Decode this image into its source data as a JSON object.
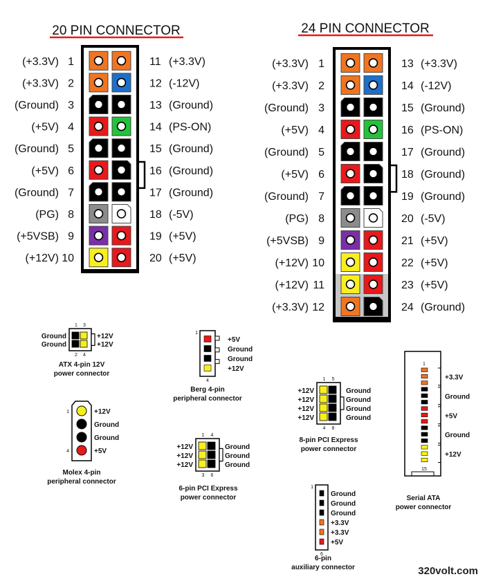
{
  "colors": {
    "orange": "#f07522",
    "blue": "#1e6fc8",
    "black": "#000000",
    "red": "#e8191b",
    "green": "#22c33a",
    "gray": "#8c8c8c",
    "white": "#ffffff",
    "purple": "#7a2fa8",
    "yellow": "#f8ef1e",
    "shell": "#000000",
    "shell_gray": "#c7c7c7"
  },
  "connector20": {
    "title": "20 PIN CONNECTOR",
    "left": [
      {
        "label": "(+3.3V)",
        "num": "1",
        "color": "orange"
      },
      {
        "label": "(+3.3V)",
        "num": "2",
        "color": "orange"
      },
      {
        "label": "(Ground)",
        "num": "3",
        "color": "black"
      },
      {
        "label": "(+5V)",
        "num": "4",
        "color": "red"
      },
      {
        "label": "(Ground)",
        "num": "5",
        "color": "black"
      },
      {
        "label": "(+5V)",
        "num": "6",
        "color": "red"
      },
      {
        "label": "(Ground)",
        "num": "7",
        "color": "black"
      },
      {
        "label": "(PG)",
        "num": "8",
        "color": "gray"
      },
      {
        "label": "(+5VSB)",
        "num": "9",
        "color": "purple"
      },
      {
        "label": "(+12V)",
        "num": "10",
        "color": "yellow"
      }
    ],
    "right": [
      {
        "num": "11",
        "label": "(+3.3V)",
        "color": "orange"
      },
      {
        "num": "12",
        "label": "(-12V)",
        "color": "blue"
      },
      {
        "num": "13",
        "label": "(Ground)",
        "color": "black"
      },
      {
        "num": "14",
        "label": "(PS-ON)",
        "color": "green"
      },
      {
        "num": "15",
        "label": "(Ground)",
        "color": "black"
      },
      {
        "num": "16",
        "label": "(Ground)",
        "color": "black"
      },
      {
        "num": "17",
        "label": "(Ground)",
        "color": "black"
      },
      {
        "num": "18",
        "label": "(-5V)",
        "color": "white"
      },
      {
        "num": "19",
        "label": "(+5V)",
        "color": "red"
      },
      {
        "num": "20",
        "label": "(+5V)",
        "color": "red"
      }
    ]
  },
  "connector24": {
    "title": "24 PIN CONNECTOR",
    "left": [
      {
        "label": "(+3.3V)",
        "num": "1",
        "color": "orange"
      },
      {
        "label": "(+3.3V)",
        "num": "2",
        "color": "orange"
      },
      {
        "label": "(Ground)",
        "num": "3",
        "color": "black"
      },
      {
        "label": "(+5V)",
        "num": "4",
        "color": "red"
      },
      {
        "label": "(Ground)",
        "num": "5",
        "color": "black"
      },
      {
        "label": "(+5V)",
        "num": "6",
        "color": "red"
      },
      {
        "label": "(Ground)",
        "num": "7",
        "color": "black"
      },
      {
        "label": "(PG)",
        "num": "8",
        "color": "gray"
      },
      {
        "label": "(+5VSB)",
        "num": "9",
        "color": "purple"
      },
      {
        "label": "(+12V)",
        "num": "10",
        "color": "yellow"
      },
      {
        "label": "(+12V)",
        "num": "11",
        "color": "yellow"
      },
      {
        "label": "(+3.3V)",
        "num": "12",
        "color": "orange"
      }
    ],
    "right": [
      {
        "num": "13",
        "label": "(+3.3V)",
        "color": "orange"
      },
      {
        "num": "14",
        "label": "(-12V)",
        "color": "blue"
      },
      {
        "num": "15",
        "label": "(Ground)",
        "color": "black"
      },
      {
        "num": "16",
        "label": "(PS-ON)",
        "color": "green"
      },
      {
        "num": "17",
        "label": "(Ground)",
        "color": "black"
      },
      {
        "num": "18",
        "label": "(Ground)",
        "color": "black"
      },
      {
        "num": "19",
        "label": "(Ground)",
        "color": "black"
      },
      {
        "num": "20",
        "label": "(-5V)",
        "color": "white"
      },
      {
        "num": "21",
        "label": "(+5V)",
        "color": "red"
      },
      {
        "num": "22",
        "label": "(+5V)",
        "color": "red"
      },
      {
        "num": "23",
        "label": "(+5V)",
        "color": "red"
      },
      {
        "num": "24",
        "label": "(Ground)",
        "color": "black"
      }
    ]
  },
  "atx4": {
    "caption": [
      "ATX 4-pin 12V",
      "power connector"
    ],
    "left_labels": [
      "Ground",
      "Ground"
    ],
    "right_labels": [
      "+12V",
      "+12V"
    ],
    "top_nums": [
      "1",
      "3"
    ],
    "bottom_nums": [
      "2",
      "4"
    ]
  },
  "berg": {
    "caption": [
      "Berg 4-pin",
      "peripheral connector"
    ],
    "top_num": "1",
    "bottom_num": "4",
    "labels": [
      "+5V",
      "Ground",
      "Ground",
      "+12V"
    ],
    "colors": [
      "red",
      "black",
      "black",
      "yellow"
    ]
  },
  "molex": {
    "caption": [
      "Molex 4-pin",
      "peripheral connector"
    ],
    "top_num": "1",
    "bottom_num": "4",
    "labels": [
      "+12V",
      "Ground",
      "Ground",
      "+5V"
    ],
    "colors": [
      "yellow",
      "black",
      "black",
      "red"
    ]
  },
  "pcie6": {
    "caption": [
      "6-pin PCI Express",
      "power connector"
    ],
    "left_labels": [
      "+12V",
      "+12V",
      "+12V"
    ],
    "right_labels": [
      "Ground",
      "Ground",
      "Ground"
    ],
    "top_nums": [
      "1",
      "4"
    ],
    "bottom_nums": [
      "3",
      "6"
    ]
  },
  "pcie8": {
    "caption": [
      "8-pin PCI Express",
      "power connector"
    ],
    "left_labels": [
      "+12V",
      "+12V",
      "+12V",
      "+12V"
    ],
    "right_labels": [
      "Ground",
      "Ground",
      "Ground",
      "Ground"
    ],
    "top_nums": [
      "1",
      "5"
    ],
    "bottom_nums": [
      "4",
      "8"
    ]
  },
  "aux6": {
    "caption": [
      "6-pin",
      "auxiliary connector"
    ],
    "top_num": "1",
    "bottom_num": "6",
    "labels": [
      "Ground",
      "Ground",
      "Ground",
      "+3.3V",
      "+3.3V",
      "+5V"
    ],
    "colors": [
      "black",
      "black",
      "black",
      "orange",
      "orange",
      "red"
    ]
  },
  "sata": {
    "caption": [
      "Serial ATA",
      "power connector"
    ],
    "top_num": "1",
    "bottom_num": "15",
    "labels": [
      "+3.3V",
      "Ground",
      "+5V",
      "Ground",
      "+12V"
    ],
    "pins": [
      "orange",
      "orange",
      "orange",
      "black",
      "black",
      "black",
      "red",
      "red",
      "red",
      "black",
      "black",
      "black",
      "yellow",
      "yellow",
      "yellow"
    ]
  },
  "watermark": "320volt.com"
}
